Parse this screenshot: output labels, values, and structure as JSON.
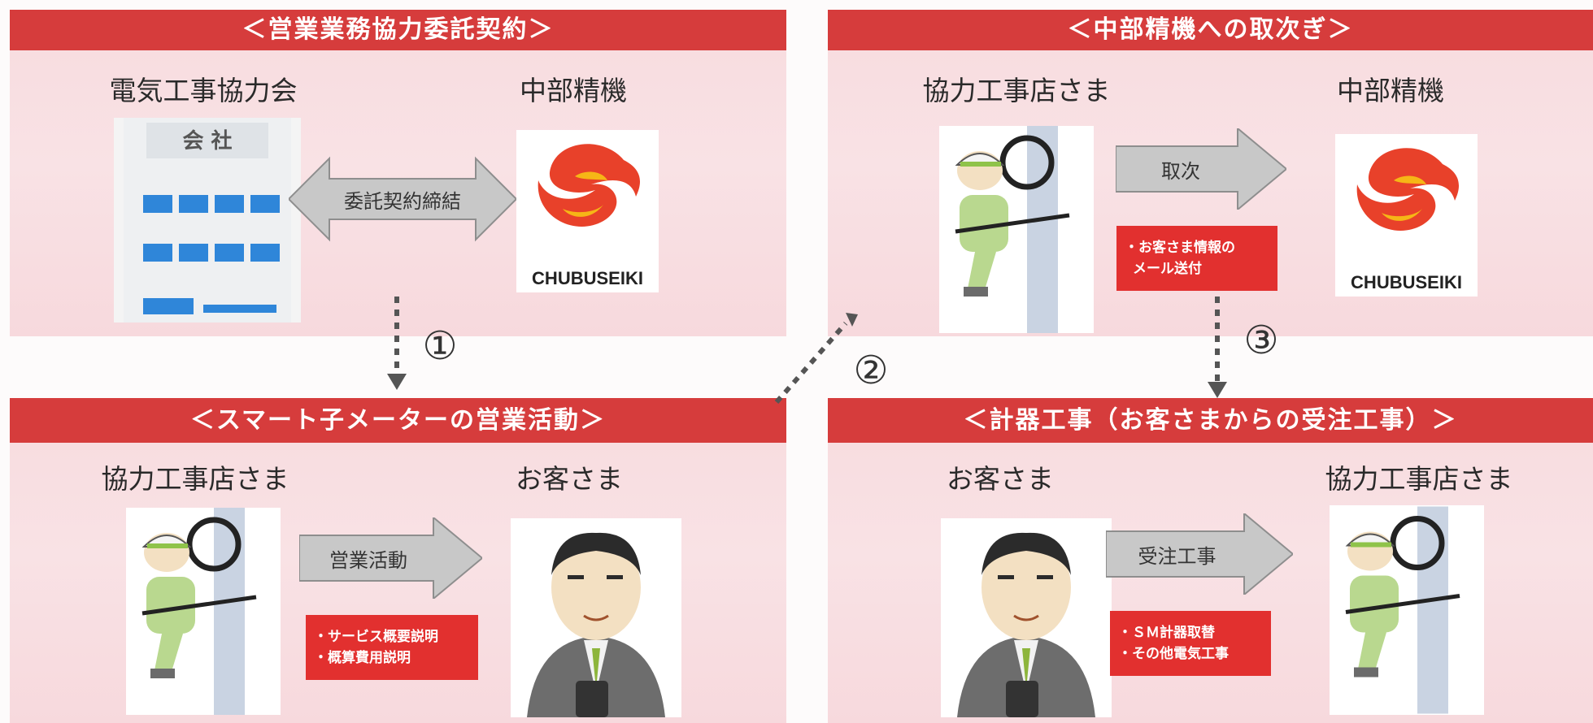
{
  "panels": {
    "top_left": {
      "title": "＜営業業務協力委託契約＞",
      "left_role": "電気工事協力会",
      "right_role": "中部精機",
      "arrow_label": "委託契約締結",
      "company_sign": "会 社",
      "logo_text": "CHUBUSEIKI"
    },
    "top_right": {
      "title": "＜中部精機への取次ぎ＞",
      "left_role": "協力工事店さま",
      "right_role": "中部精機",
      "arrow_label": "取次",
      "note_lines": [
        "・お客さま情報の",
        "メール送付"
      ],
      "logo_text": "CHUBUSEIKI"
    },
    "bottom_left": {
      "title": "＜スマート子メーターの営業活動＞",
      "left_role": "協力工事店さま",
      "right_role": "お客さま",
      "arrow_label": "営業活動",
      "note_lines": [
        "・サービス概要説明",
        "・概算費用説明"
      ]
    },
    "bottom_right": {
      "title": "＜計器工事（お客さまからの受注工事）＞",
      "left_role": "お客さま",
      "right_role": "協力工事店さま",
      "arrow_label": "受注工事",
      "note_lines": [
        "・ＳＭ計器取替",
        "・その他電気工事"
      ]
    }
  },
  "steps": {
    "one": "①",
    "two": "②",
    "three": "③"
  },
  "colors": {
    "banner": "#d63c3c",
    "note": "#e2302f",
    "panel": "#f8dde0",
    "arrow": "#bdbdbd"
  }
}
